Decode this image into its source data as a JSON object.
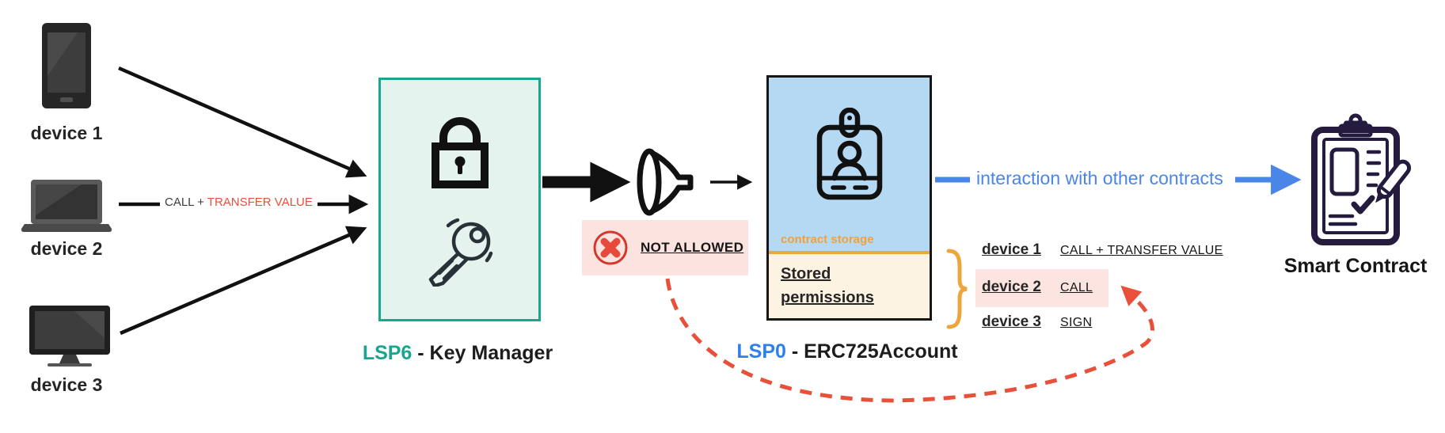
{
  "devices": [
    {
      "label": "device 1",
      "icon": "smartphone-icon"
    },
    {
      "label": "device 2",
      "icon": "laptop-icon"
    },
    {
      "label": "device 3",
      "icon": "monitor-icon"
    }
  ],
  "device2_arrow_label": {
    "call": "CALL + ",
    "transfer": "TRANSFER VALUE"
  },
  "key_manager": {
    "name": "LSP6",
    "suffix": " - Key Manager",
    "icons": [
      "padlock-icon",
      "key-icon"
    ],
    "fill": "#e4f3ee",
    "border": "#18a78d"
  },
  "filter": {
    "icon": "funnel-icon"
  },
  "not_allowed": {
    "label": "NOT ALLOWED",
    "icon": "x-circle-icon",
    "background": "#fbe3df",
    "icon_color": "#e0392b"
  },
  "account": {
    "name": "LSP0",
    "suffix": " - ERC725Account",
    "storage_label": "contract storage",
    "stored_permissions_label": "Stored permissions",
    "icon": "id-badge-icon",
    "top_fill": "#b5d9f3",
    "bottom_fill": "#fdf3e3",
    "accent": "#eda63c",
    "name_color": "#2f80ed"
  },
  "interaction": {
    "label": "interaction with other contracts",
    "color": "#4a86e8"
  },
  "smart_contract": {
    "label": "Smart Contract",
    "icon": "contract-clipboard-icon"
  },
  "permissions_table": {
    "rows": [
      {
        "device": "device 1",
        "permission": "CALL + TRANSFER VALUE",
        "highlighted": false
      },
      {
        "device": "device 2",
        "permission": "CALL",
        "highlighted": true
      },
      {
        "device": "device 3",
        "permission": "SIGN",
        "highlighted": false
      }
    ],
    "highlight_color": "#fce5e0"
  },
  "colors": {
    "teal": "#18a78d",
    "blue": "#2f80ed",
    "arrow_blue": "#4a86e8",
    "orange": "#eda63c",
    "red_dash": "#e8503a",
    "black": "#161616"
  }
}
